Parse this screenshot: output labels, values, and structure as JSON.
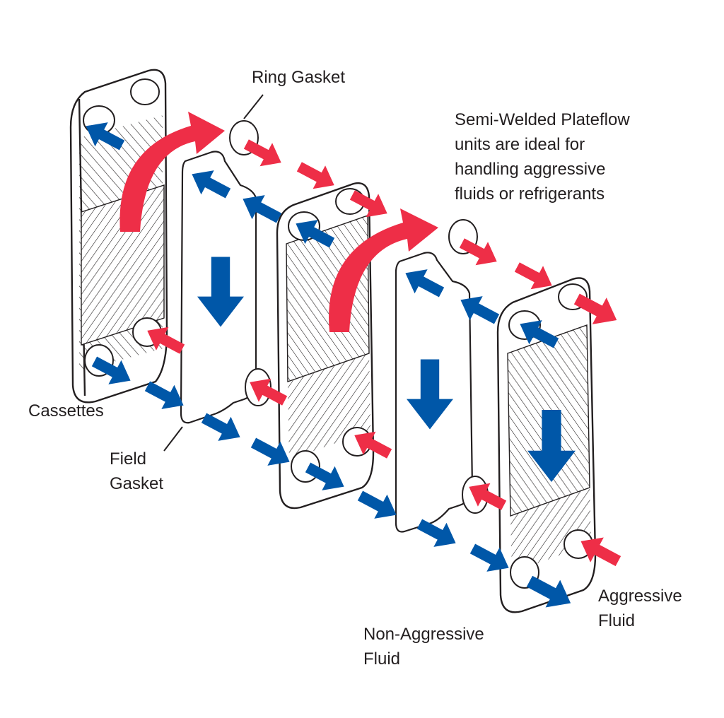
{
  "labels": {
    "ring_gasket": "Ring Gasket",
    "note_line1": "Semi-Welded Plateflow",
    "note_line2": "units are ideal for",
    "note_line3": "handling aggressive",
    "note_line4": "fluids or refrigerants",
    "cassettes": "Cassettes",
    "field_gasket_line1": "Field",
    "field_gasket_line2": "Gasket",
    "non_aggressive_line1": "Non-Aggressive",
    "non_aggressive_line2": "Fluid",
    "aggressive_line1": "Aggressive",
    "aggressive_line2": "Fluid"
  },
  "colors": {
    "aggressive_flow": "#ee2e47",
    "non_aggressive_flow": "#0057a8",
    "outline": "#231f20"
  },
  "icons": {
    "aggressive_arrow": "red-flow-arrow-icon",
    "non_aggressive_arrow": "blue-flow-arrow-icon"
  }
}
